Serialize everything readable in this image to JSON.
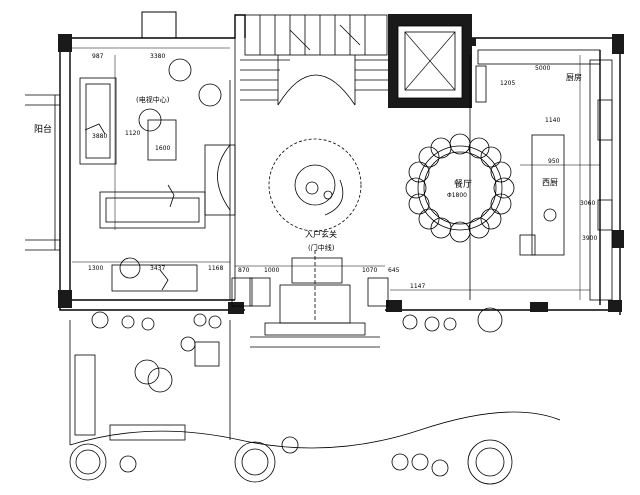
{
  "labels": {
    "balcony": "阳台",
    "living_center": "(电视中心)",
    "entrance_marker": "入户玄关",
    "entrance_center": "(门中线)",
    "dining_room": "餐厅",
    "kitchen_west": "西厨",
    "kitchen_chinese": "厨房"
  },
  "dimensions": {
    "living_top": [
      "987",
      "3380"
    ],
    "living_mid": [
      "1120",
      "3880",
      "1600"
    ],
    "living_bottom": [
      "1300",
      "3437",
      "1168"
    ],
    "entry_row": [
      "870",
      "1000",
      "1070",
      "645"
    ],
    "dining_row": [
      "1147",
      "950",
      "3060"
    ],
    "kitchen_right": [
      "5000",
      "1205",
      "1140",
      "3900"
    ],
    "table_dia": "Φ1800"
  },
  "colors": {
    "line": "#000000",
    "wall": "#1a1a1a",
    "tree": "#000000"
  }
}
